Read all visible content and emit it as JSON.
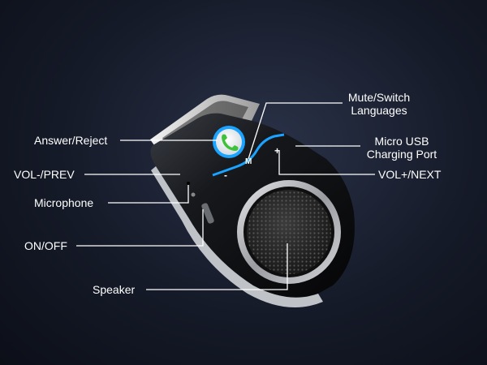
{
  "labels": {
    "answer_reject": "Answer/Reject",
    "vol_prev": "VOL-/PREV",
    "microphone": "Microphone",
    "on_off": "ON/OFF",
    "speaker": "Speaker",
    "mute_line1": "Mute/Switch",
    "mute_line2": "Languages",
    "usb_line1": "Micro USB",
    "usb_line2": "Charging Port",
    "vol_next": "VOL+/NEXT"
  },
  "device_marks": {
    "minus": "-",
    "plus": "+",
    "m": "M"
  },
  "colors": {
    "accent_blue": "#1aa3ff",
    "call_green": "#3fc23a",
    "label_text": "#ffffff",
    "leader_line": "#ffffff"
  },
  "icons": [
    "phone-icon",
    "speaker-grille"
  ]
}
